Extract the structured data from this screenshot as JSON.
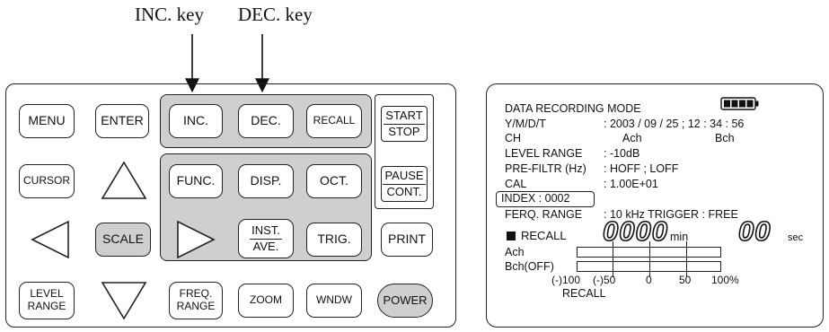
{
  "callouts": {
    "inc": "INC. key",
    "dec": "DEC. key"
  },
  "keys": {
    "menu": "MENU",
    "enter": "ENTER",
    "inc": "INC.",
    "dec": "DEC.",
    "recall": "RECALL",
    "start": "START",
    "stop": "STOP",
    "cursor": "CURSOR",
    "func": "FUNC.",
    "disp": "DISP.",
    "oct": "OCT.",
    "pause": "PAUSE",
    "cont": "CONT.",
    "scale": "SCALE",
    "inst": "INST.",
    "ave": "AVE.",
    "trig": "TRIG.",
    "print": "PRINT",
    "level": "LEVEL",
    "range": "RANGE",
    "freq": "FREQ.",
    "zoom": "ZOOM",
    "wndw": "WNDW",
    "power": "POWER"
  },
  "screen": {
    "mode": "DATA RECORDING MODE",
    "ymdt_label": "Y/M/D/T",
    "ymdt_value": ": 2003 / 09 / 25  ;  12 : 34 : 56",
    "ch_label": "CH",
    "ch_a": "Ach",
    "ch_b": "Bch",
    "level_label": "LEVEL RANGE",
    "level_value": ": -10dB",
    "prefilter_label": "PRE-FILTR (Hz)",
    "prefilter_value": ": HOFF ; LOFF",
    "cal_label": "CAL",
    "cal_value": ": 1.00E+01",
    "index": "INDEX : 0002",
    "ferq_label": "FERQ. RANGE",
    "ferq_value": ": 10 kHz  TRIGGER : FREE",
    "recall_label": "RECALL",
    "min_digits": "0000",
    "min_unit": "min",
    "sec_digits": "00",
    "sec_unit": "sec",
    "bar_a": "Ach",
    "bar_b": "Bch(OFF)",
    "scale_labels": [
      "(-)100",
      "(-)50",
      "0",
      "50",
      "100%"
    ],
    "scale_caption": "RECALL"
  }
}
